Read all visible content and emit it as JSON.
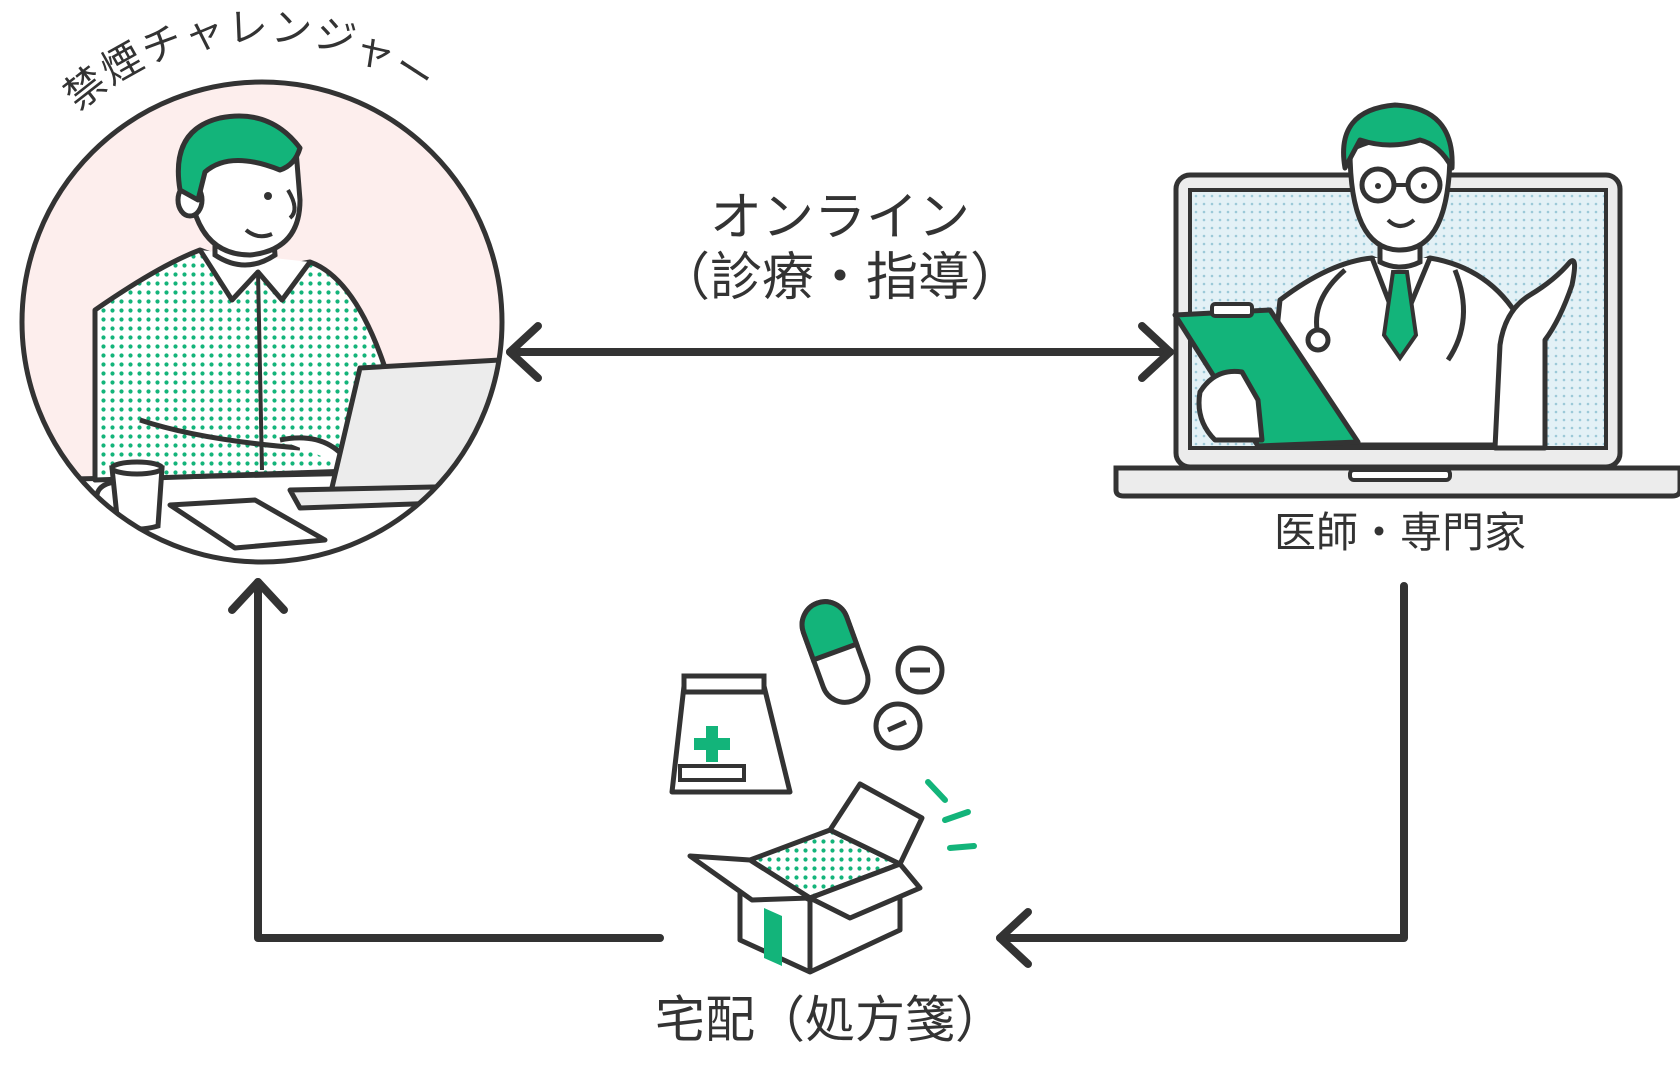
{
  "diagram": {
    "challenger": {
      "label": "禁煙チャレンジャー"
    },
    "online": {
      "line1": "オンライン",
      "line2": "（診療・指導）"
    },
    "doctor": {
      "label": "医師・専門家"
    },
    "delivery": {
      "label": "宅配（処方箋）"
    },
    "colors": {
      "accent_green": "#13b47a",
      "ink": "#333333",
      "challenger_bg": "#fdeeed",
      "screen_bg": "#e3f1f6",
      "laptop_gray": "#ececec"
    }
  }
}
